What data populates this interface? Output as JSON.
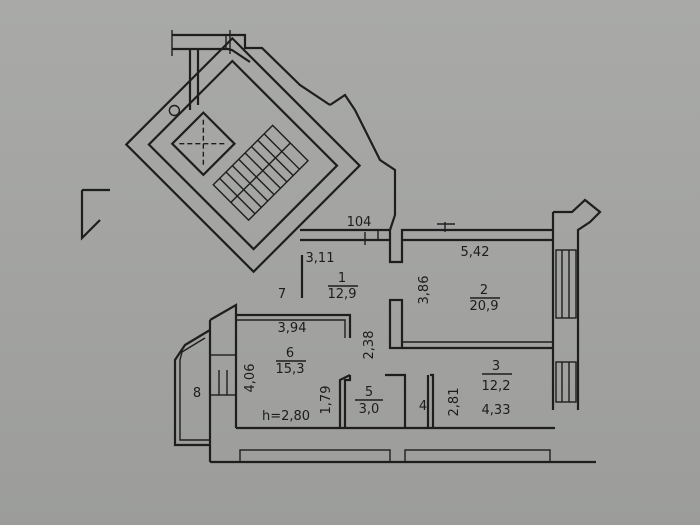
{
  "plan": {
    "colors": {
      "paper": "#a6a7a5",
      "ink": "#1e1e1e"
    },
    "ceiling_height": "h=2,80",
    "rooms": [
      {
        "number": "1",
        "area": "12,9"
      },
      {
        "number": "2",
        "area": "20,9"
      },
      {
        "number": "3",
        "area": "12,2"
      },
      {
        "number": "4",
        "area": ""
      },
      {
        "number": "5",
        "area": "3,0"
      },
      {
        "number": "6",
        "area": "15,3"
      },
      {
        "number": "7",
        "area": ""
      },
      {
        "number": "8",
        "area": ""
      }
    ],
    "dimensions": {
      "d104": "104",
      "d311": "3,11",
      "d542": "5,42",
      "d386": "3,86",
      "d394": "3,94",
      "d238": "2,38",
      "d406": "4,06",
      "d179": "1,79",
      "d281": "2,81",
      "d433": "4,33"
    }
  }
}
